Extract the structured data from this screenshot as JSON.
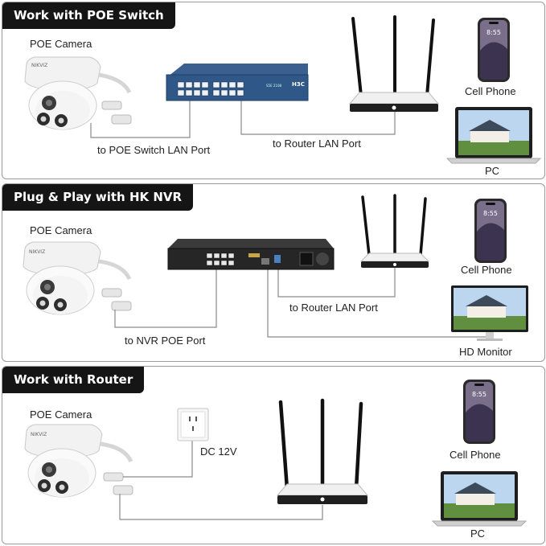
{
  "sections": [
    {
      "title": "Work with POE Switch",
      "labels": {
        "camera": "POE Camera",
        "port1": "to POE Switch LAN Port",
        "port2": "to Router LAN Port",
        "phone": "Cell Phone",
        "pc": "PC"
      },
      "phone_time": "8:55",
      "camera_brand": "NIKVIZ",
      "switch_brand": "H3C",
      "switch_model": "S5E 2108"
    },
    {
      "title": "Plug & Play with HK NVR",
      "labels": {
        "camera": "POE Camera",
        "port1": "to NVR POE Port",
        "port2": "to Router LAN Port",
        "phone": "Cell Phone",
        "monitor": "HD Monitor"
      },
      "phone_time": "8:55",
      "camera_brand": "NIKVIZ"
    },
    {
      "title": "Work with Router",
      "labels": {
        "camera": "POE Camera",
        "power": "DC 12V",
        "phone": "Cell Phone",
        "pc": "PC"
      },
      "phone_time": "8:55",
      "camera_brand": "NIKVIZ"
    }
  ]
}
